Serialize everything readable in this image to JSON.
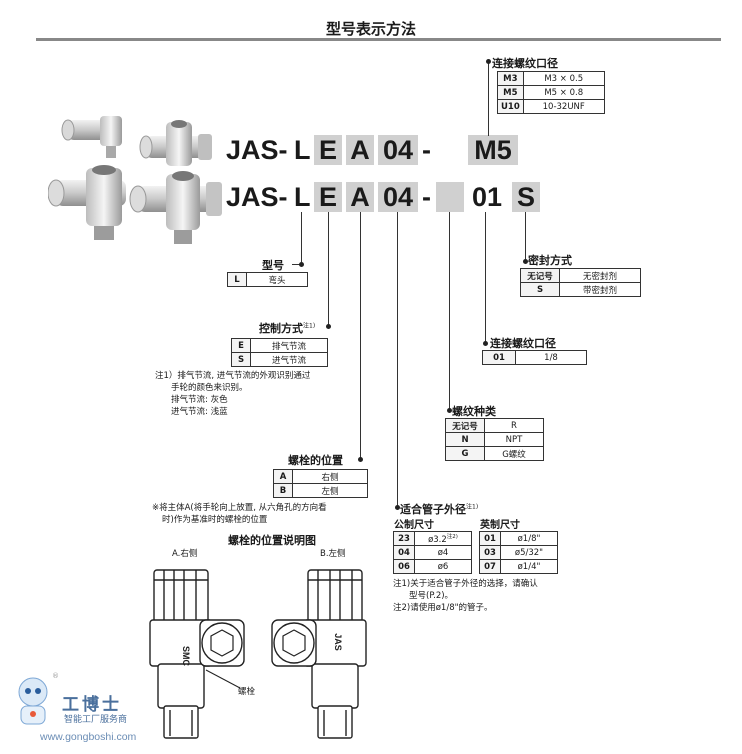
{
  "page_title": "型号表示方法",
  "codes": {
    "line1": {
      "prefix": "JAS-",
      "l": "L",
      "e": "E",
      "a": "A",
      "size": "04",
      "dash": "-",
      "port": "M5"
    },
    "line2": {
      "prefix": "JAS-",
      "l": "L",
      "e": "E",
      "a": "A",
      "size": "04",
      "dash": "-",
      "thread": "01",
      "seal": "S"
    }
  },
  "port_thread_m": {
    "label": "连接螺纹口径",
    "rows": [
      [
        "M3",
        "M3 × 0.5"
      ],
      [
        "M5",
        "M5 × 0.8"
      ],
      [
        "U10",
        "10-32UNF"
      ]
    ]
  },
  "model": {
    "label": "型号",
    "rows": [
      [
        "L",
        "弯头"
      ]
    ]
  },
  "control": {
    "label": "控制方式",
    "sup": "注1)",
    "rows": [
      [
        "E",
        "排气节流"
      ],
      [
        "S",
        "进气节流"
      ]
    ],
    "notes": [
      "注1）排气节流, 进气节流的外观识别通过",
      "手轮的颜色来识别。",
      "排气节流: 灰色",
      "进气节流: 浅蓝"
    ]
  },
  "bolt_position": {
    "label": "螺栓的位置",
    "rows": [
      [
        "A",
        "右侧"
      ],
      [
        "B",
        "左侧"
      ]
    ],
    "notes": [
      "※将主体A(将手轮向上放置, 从六角孔的方向看",
      "时)作为基准时的螺栓的位置"
    ]
  },
  "bolt_diagram": {
    "title": "螺栓的位置说明图",
    "a_label": "A.右侧",
    "b_label": "B.左侧",
    "bolt_callout": "螺栓",
    "body_mark": "JAS",
    "brand": "SMC"
  },
  "seal": {
    "label": "密封方式",
    "rows": [
      [
        "无记号",
        "无密封剂"
      ],
      [
        "S",
        "带密封剂"
      ]
    ]
  },
  "port_thread": {
    "label": "连接螺纹口径",
    "rows": [
      [
        "01",
        "1/8"
      ]
    ]
  },
  "thread_type": {
    "label": "螺纹种类",
    "rows": [
      [
        "无记号",
        "R"
      ],
      [
        "N",
        "NPT"
      ],
      [
        "G",
        "G螺纹"
      ]
    ]
  },
  "tube": {
    "label": "适合管子外径",
    "sup": "注1)",
    "metric_label": "公制尺寸",
    "inch_label": "英制尺寸",
    "metric_rows": [
      [
        "23",
        "ø3.2",
        "注2)"
      ],
      [
        "04",
        "ø4",
        ""
      ],
      [
        "06",
        "ø6",
        ""
      ]
    ],
    "inch_rows": [
      [
        "01",
        "ø1/8\""
      ],
      [
        "03",
        "ø5/32\""
      ],
      [
        "07",
        "ø1/4\""
      ]
    ],
    "notes": [
      "注1)关于适合管子外径的选择，请确认",
      "型号(P.2)。",
      "注2)请使用ø1/8\"的管子。"
    ]
  },
  "watermark": {
    "brand": "工博士",
    "tagline": "智能工厂服务商",
    "url": "www.gongboshi.com",
    "reg": "®"
  }
}
